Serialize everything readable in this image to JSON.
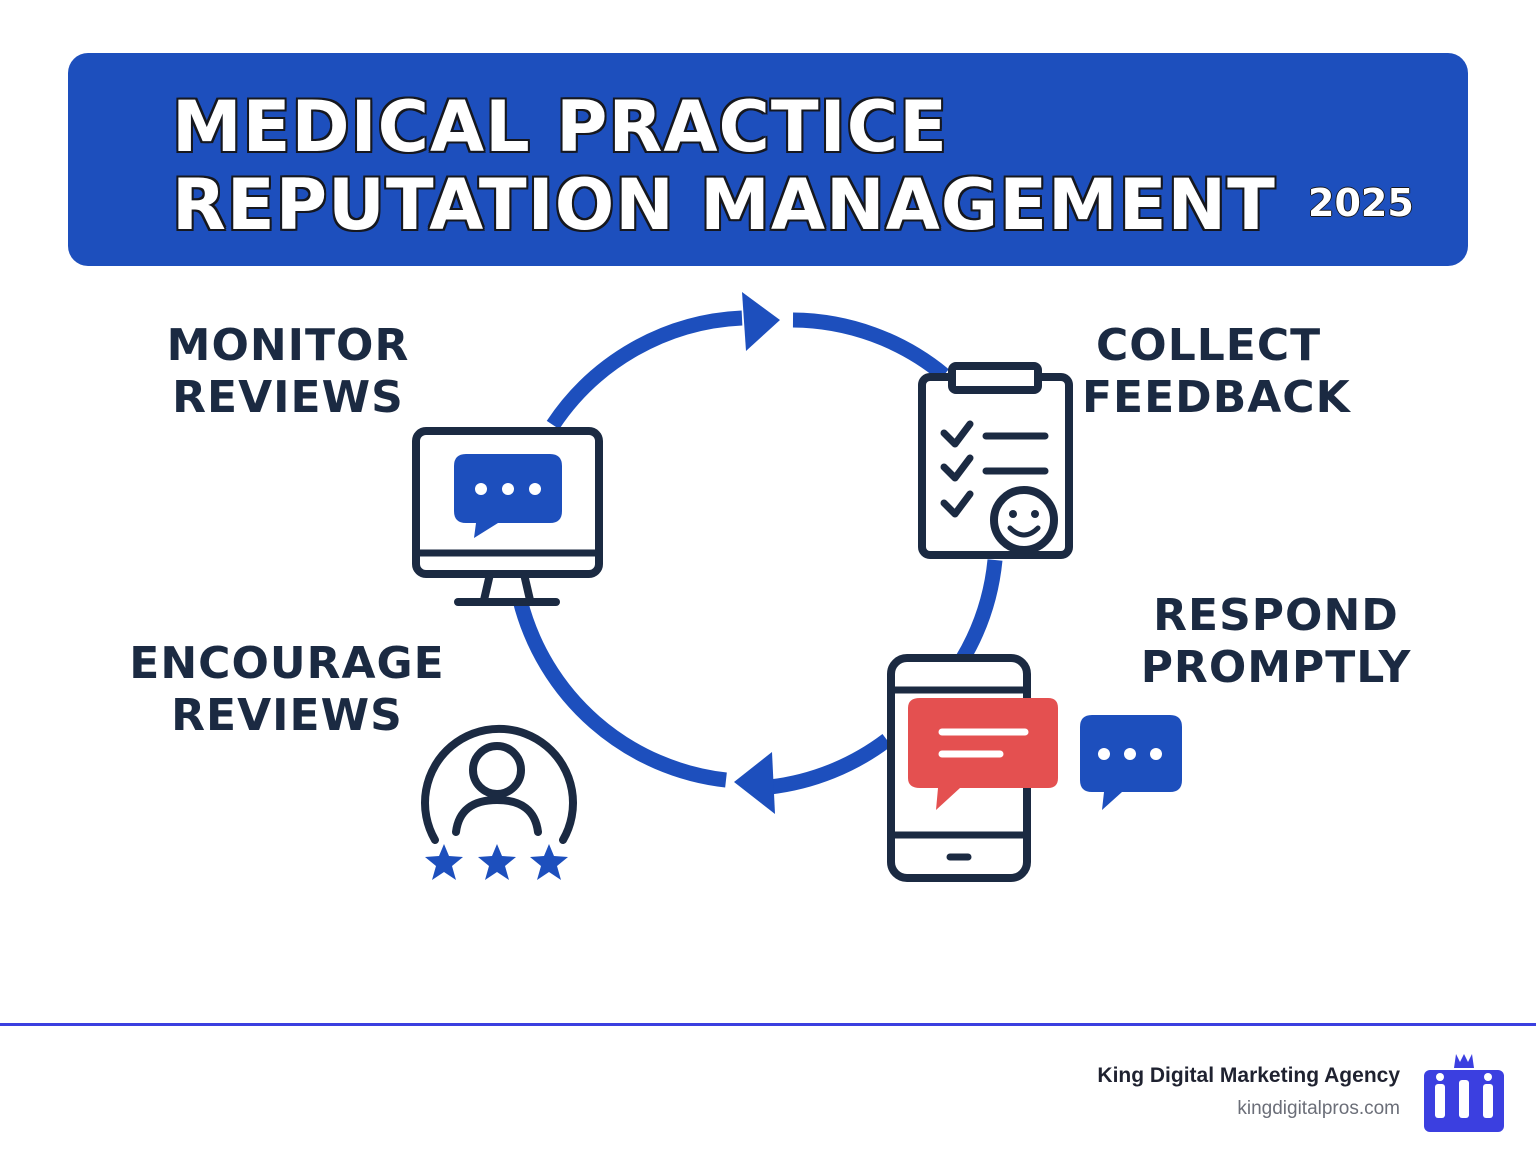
{
  "banner": {
    "title_line1": "MEDICAL PRACTICE",
    "title_line2": "REPUTATION MANAGEMENT",
    "year": "2025"
  },
  "steps": {
    "monitor": {
      "line1": "MONITOR",
      "line2": "REVIEWS",
      "icon": "monitor-chat-icon"
    },
    "collect": {
      "line1": "COLLECT",
      "line2": "FEEDBACK",
      "icon": "clipboard-checklist-icon"
    },
    "respond": {
      "line1": "RESPOND",
      "line2": "PROMPTLY",
      "icon": "phone-chat-icon"
    },
    "encourage": {
      "line1": "ENCOURAGE",
      "line2": "REVIEWS",
      "icon": "user-stars-icon"
    }
  },
  "footer": {
    "agency_name": "King Digital Marketing Agency",
    "agency_url": "kingdigitalpros.com",
    "logo_icon": "crown-logo-icon"
  },
  "colors": {
    "brand_blue": "#1d4fbd",
    "dark_navy": "#1b2a42",
    "alert_red": "#e45050",
    "footer_rule": "#3b3fe0"
  }
}
